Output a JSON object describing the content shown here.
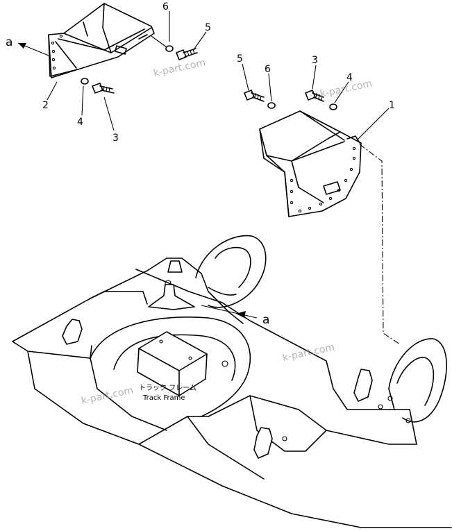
{
  "callouts": {
    "left_bracket": {
      "a": "a",
      "n2": "2",
      "n4": "4",
      "n3": "3",
      "n6": "6",
      "n5": "5"
    },
    "right_bracket": {
      "n1": "1",
      "n5": "5",
      "n6": "6",
      "n3": "3",
      "n4": "4"
    },
    "frame": {
      "a": "a"
    }
  },
  "caption": {
    "japanese": "トラック フレーム",
    "english": "Track Frame"
  },
  "watermarks": [
    "k-part.com",
    "k-part.com",
    "k-part.com",
    "k-part.com"
  ]
}
